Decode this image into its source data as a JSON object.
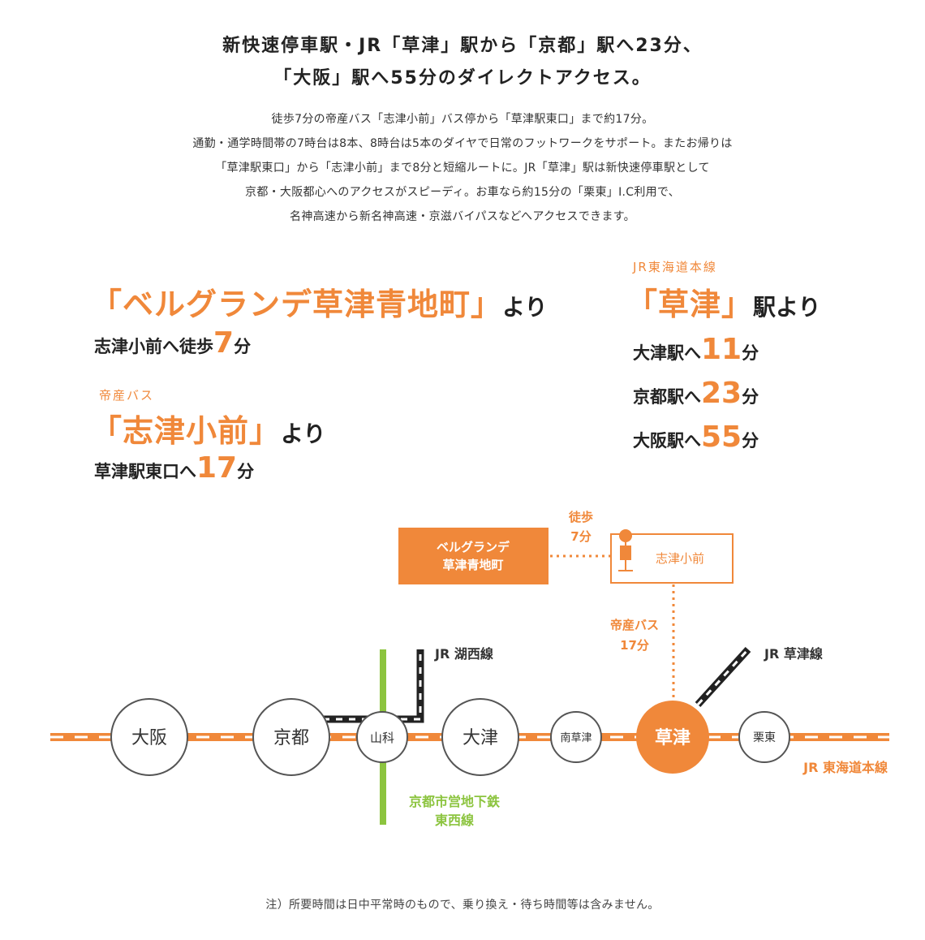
{
  "headline": {
    "line1": "新快速停車駅・JR「草津」駅から「京都」駅へ23分、",
    "line2": "「大阪」駅へ55分のダイレクトアクセス。"
  },
  "body": [
    "徒歩7分の帝産バス「志津小前」バス停から「草津駅東口」まで約17分。",
    "通勤・通学時間帯の7時台は8本、8時台は5本のダイヤで日常のフットワークをサポート。またお帰りは",
    "「草津駅東口」から「志津小前」まで8分と短縮ルートに。JR「草津」駅は新快速停車駅として",
    "京都・大阪都心へのアクセスがスピーディ。お車なら約15分の「栗東」I.C利用で、",
    "名神高速から新名神高速・京滋バイパスなどへアクセスできます。"
  ],
  "left_block": {
    "origin1": {
      "name": "「ベルグランデ草津青地町」",
      "suffix": "より"
    },
    "walk": {
      "text": "志津小前へ徒歩",
      "num": "7",
      "unit": "分"
    },
    "origin2_label": "帝産バス",
    "origin2": {
      "name": "「志津小前」",
      "suffix": "より"
    },
    "bus": {
      "text": "草津駅東口へ",
      "num": "17",
      "unit": "分"
    }
  },
  "right_block": {
    "line_label": "JR東海道本線",
    "station": {
      "name": "「草津」",
      "suffix": "駅より"
    },
    "routes": [
      {
        "text": "大津駅へ",
        "num": "11",
        "unit": "分"
      },
      {
        "text": "京都駅へ",
        "num": "23",
        "unit": "分"
      },
      {
        "text": "大阪駅へ",
        "num": "55",
        "unit": "分"
      }
    ]
  },
  "map": {
    "property_line1": "ベルグランデ",
    "property_line2": "草津青地町",
    "walk_label1": "徒歩",
    "walk_label2": "7分",
    "bus_stop": "志津小前",
    "bus_label1": "帝産バス",
    "bus_label2": "17分",
    "line_kosei": "JR 湖西線",
    "line_kusatsu": "JR 草津線",
    "line_tokaido": "JR 東海道本線",
    "subway_line1": "京都市営地下鉄",
    "subway_line2": "東西線",
    "stations": {
      "osaka": "大阪",
      "kyoto": "京都",
      "yamashina": "山科",
      "otsu": "大津",
      "minamikusatsu": "南草津",
      "kusatsu": "草津",
      "ritto": "栗東"
    },
    "colors": {
      "jr_orange": "#f0883a",
      "subway_green": "#8cc43f",
      "station_outline": "#555555"
    }
  },
  "footnote": "注）所要時間は日中平常時のもので、乗り換え・待ち時間等は含みません。"
}
